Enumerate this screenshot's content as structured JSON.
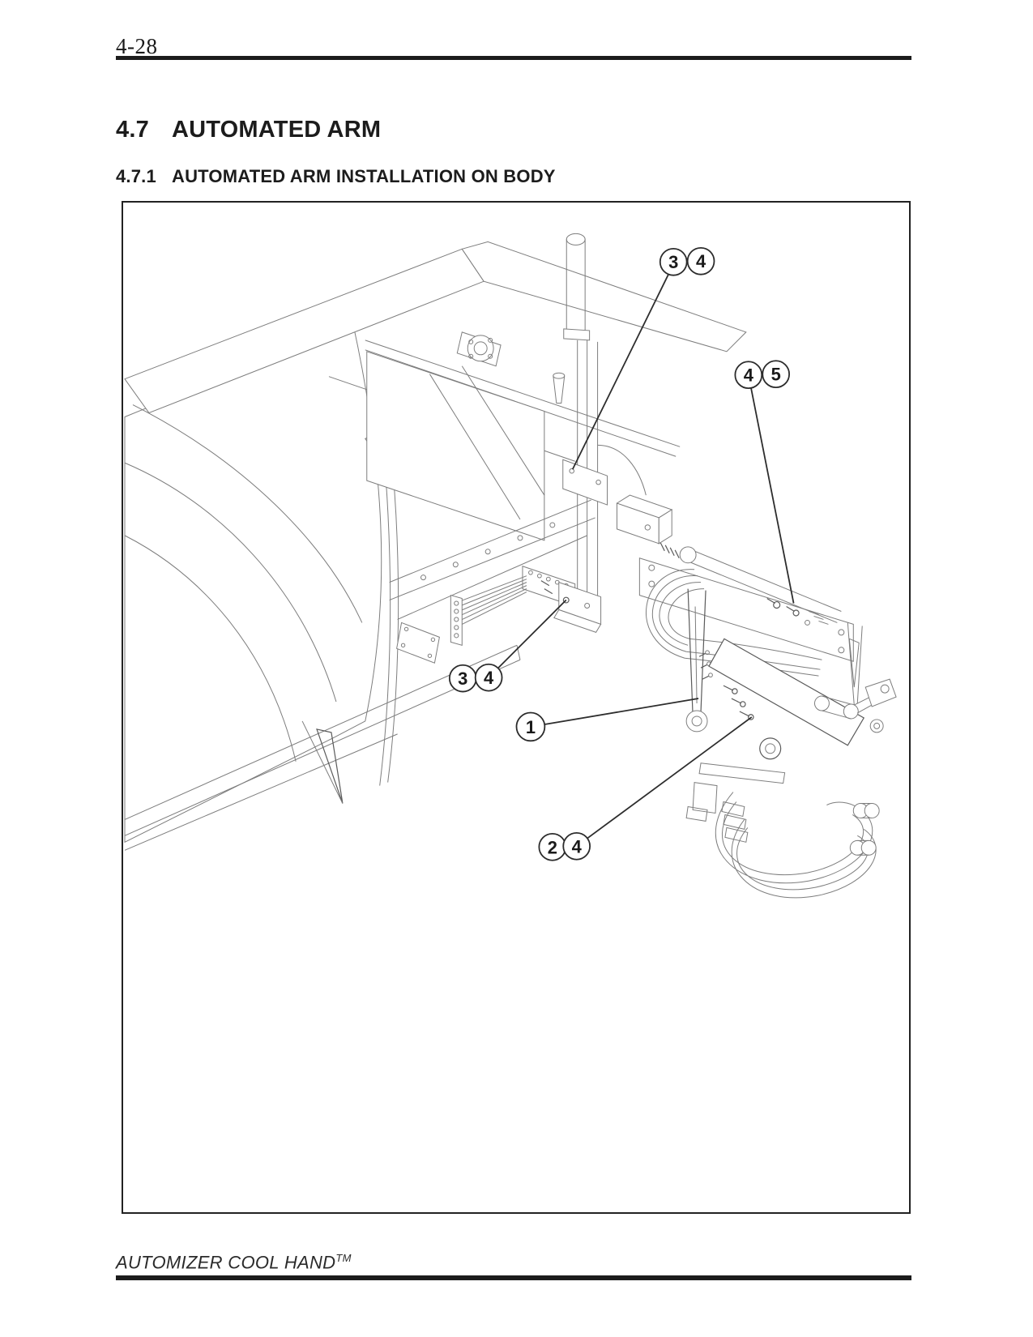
{
  "page": {
    "number": "4-28"
  },
  "section": {
    "number": "4.7",
    "title": "AUTOMATED ARM"
  },
  "subsection": {
    "number": "4.7.1",
    "title": "AUTOMATED ARM INSTALLATION ON BODY"
  },
  "figure": {
    "type": "isometric-technical-line-drawing",
    "description": "Automated arm installation on refuse truck body: body at left, hopper frame and mast with guide pole at center, automated arm with hose loops, boom cylinder and cart gripper at right.",
    "callouts": [
      {
        "id": "callout-top",
        "labels": [
          "3",
          "4"
        ]
      },
      {
        "id": "callout-right",
        "labels": [
          "4",
          "5"
        ]
      },
      {
        "id": "callout-middle",
        "labels": [
          "3",
          "4"
        ]
      },
      {
        "id": "callout-arm",
        "labels": [
          "1"
        ]
      },
      {
        "id": "callout-bottom",
        "labels": [
          "2",
          "4"
        ]
      }
    ]
  },
  "footer": {
    "brand": "AUTOMIZER COOL HAND",
    "trademark": "TM"
  },
  "colors": {
    "ink": "#1c1c1c",
    "drawing_line": "#7d7d7d",
    "leader_line": "#2d2d2d",
    "background": "#ffffff"
  }
}
